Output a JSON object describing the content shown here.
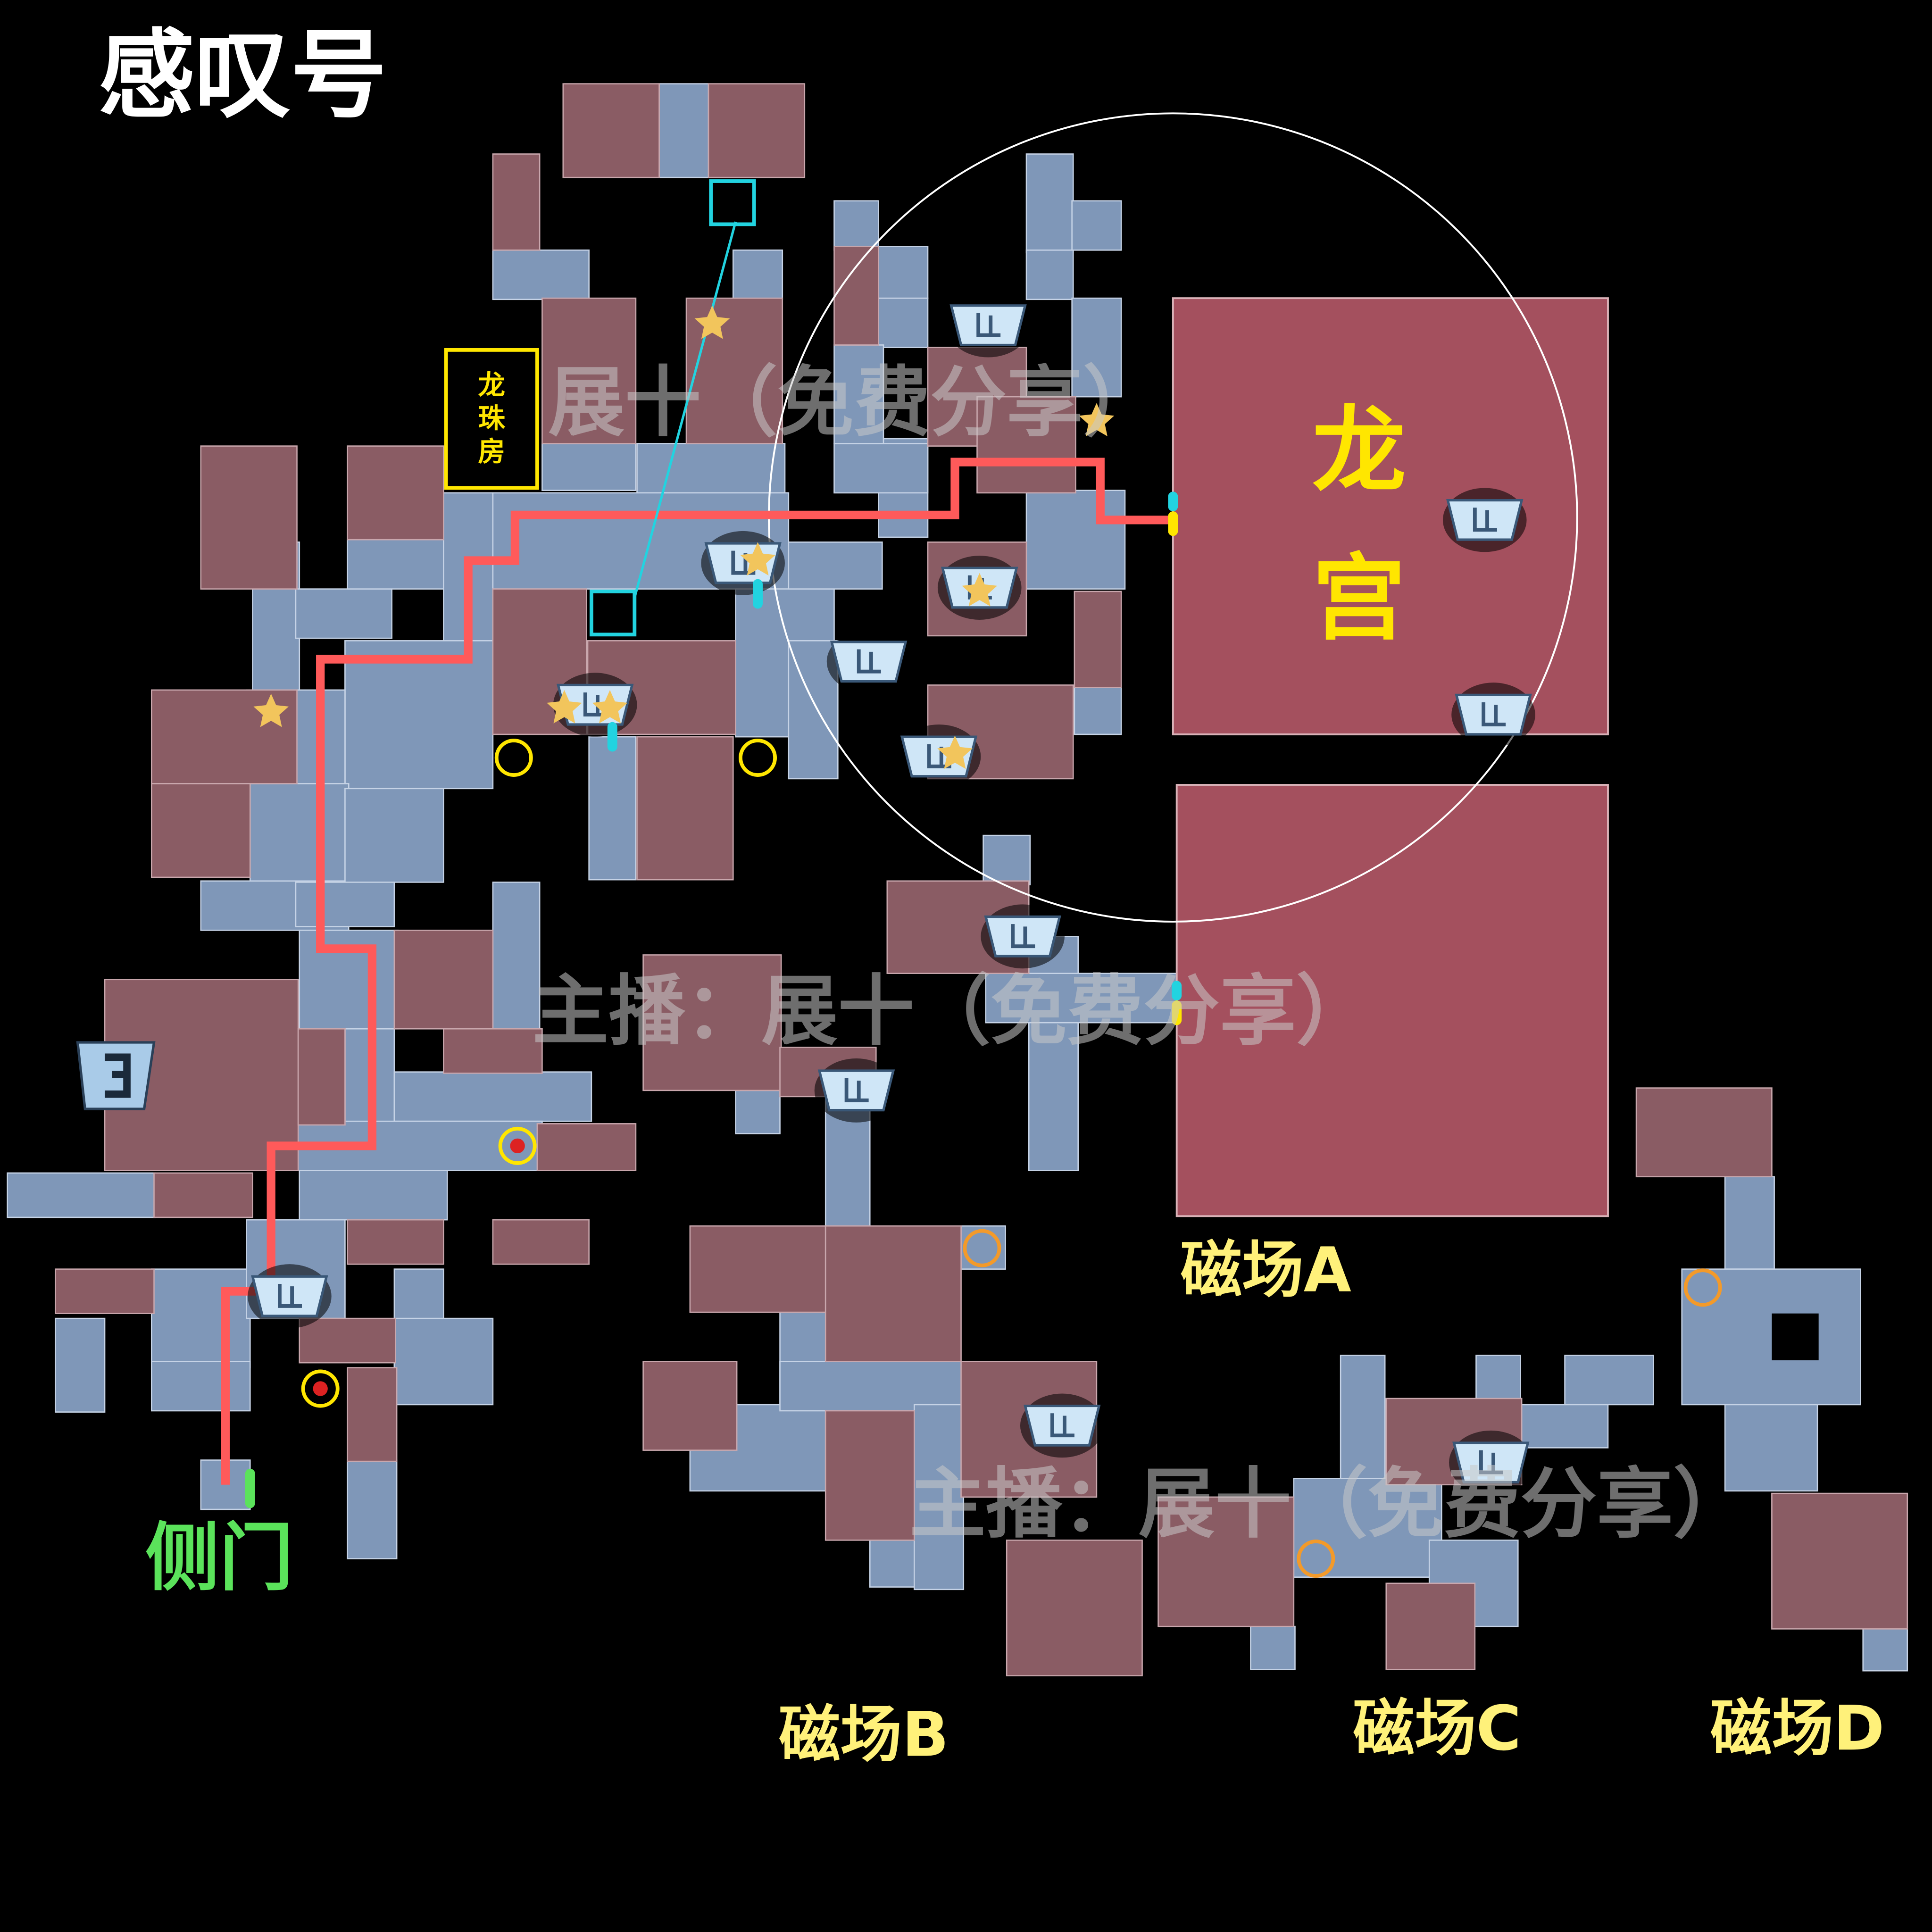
{
  "map": {
    "title": "感叹号",
    "dragon_pearl_room": [
      "龙",
      "珠",
      "房"
    ],
    "dragon_palace": [
      "龙",
      "宫"
    ],
    "side_door": "侧门",
    "magnetic_fields": [
      "磁场A",
      "磁场B",
      "磁场C",
      "磁场D"
    ],
    "watermarks": [
      "展十（免费分享）",
      "主播：展十（免费分享）",
      "主播：展十（免费分享）"
    ]
  },
  "icons": {
    "chest": "treasure-chest-icon",
    "star": "star-icon",
    "yellow_ring": "yellow-ring-marker-icon",
    "orange_ring": "orange-ring-marker-icon",
    "entrance": "entrance-icon"
  },
  "colors": {
    "route": "#ff5a5a",
    "link": "#22d3e0",
    "label_yellow": "#fff17a",
    "side_door": "#5be35b",
    "room": "#8a5c64",
    "corridor": "#7f97b8"
  }
}
